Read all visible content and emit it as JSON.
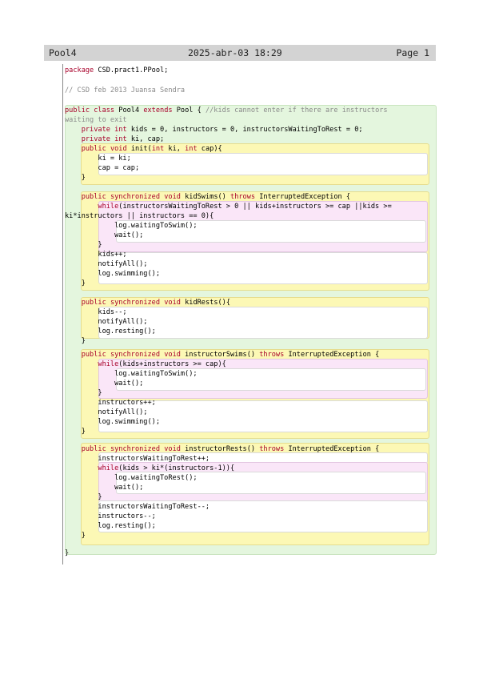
{
  "header": {
    "file": "Pool4",
    "date": "2025-abr-03 18:29",
    "page": "Page 1"
  },
  "code": [
    {
      "t": "package CSD.pract1.PPool;",
      "hl": [
        "package"
      ]
    },
    {
      "t": "// CSD feb 2013 Juansa Sendra",
      "c": true
    },
    {
      "t": "public class Pool4 extends Pool { //kids cannot enter if there are instructors",
      "hl": [
        "public",
        "class",
        "extends"
      ],
      "cs": 34
    },
    {
      "t": "waiting to exit",
      "c": true
    },
    {
      "t": "    private int kids = 0, instructors = 0, instructorsWaitingToRest = 0;",
      "hl": [
        "private",
        "int"
      ]
    },
    {
      "t": "    private int ki, cap;",
      "hl": [
        "private",
        "int"
      ]
    },
    {
      "t": "    public void init(int ki, int cap){",
      "hl": [
        "public",
        "void",
        "int"
      ]
    },
    {
      "t": "        ki = ki;"
    },
    {
      "t": "        cap = cap;"
    },
    {
      "t": "    }"
    },
    {
      "t": "    public synchronized void kidSwims() throws InterruptedException {",
      "hl": [
        "public",
        "synchronized",
        "void",
        "throws"
      ]
    },
    {
      "t": "        while(instructorsWaitingToRest > 0 || kids+instructors >= cap ||kids >=",
      "hl": [
        "while"
      ]
    },
    {
      "t": "ki*instructors || instructors == 0){"
    },
    {
      "t": "            log.waitingToSwim();"
    },
    {
      "t": "            wait();"
    },
    {
      "t": "        }"
    },
    {
      "t": "        kids++;"
    },
    {
      "t": "        notifyAll();"
    },
    {
      "t": "        log.swimming();"
    },
    {
      "t": "    }"
    },
    {
      "t": "    public synchronized void kidRests(){",
      "hl": [
        "public",
        "synchronized",
        "void"
      ]
    },
    {
      "t": "        kids--;"
    },
    {
      "t": "        notifyAll();"
    },
    {
      "t": "        log.resting();"
    },
    {
      "t": "    }"
    },
    {
      "t": "    public synchronized void instructorSwims() throws InterruptedException {",
      "hl": [
        "public",
        "synchronized",
        "void",
        "throws"
      ]
    },
    {
      "t": "        while(kids+instructors >= cap){",
      "hl": [
        "while"
      ]
    },
    {
      "t": "            log.waitingToSwim();"
    },
    {
      "t": "            wait();"
    },
    {
      "t": "        }"
    },
    {
      "t": "        instructors++;"
    },
    {
      "t": "        notifyAll();"
    },
    {
      "t": "        log.swimming();"
    },
    {
      "t": "    }"
    },
    {
      "t": "    public synchronized void instructorRests() throws InterruptedException {",
      "hl": [
        "public",
        "synchronized",
        "void",
        "throws"
      ]
    },
    {
      "t": "        instructorsWaitingToRest++;"
    },
    {
      "t": "        while(kids > ki*(instructors-1)){",
      "hl": [
        "while"
      ]
    },
    {
      "t": "            log.waitingToRest();"
    },
    {
      "t": "            wait();"
    },
    {
      "t": "        }"
    },
    {
      "t": "        instructorsWaitingToRest--;"
    },
    {
      "t": "        instructors--;"
    },
    {
      "t": "        log.resting();"
    },
    {
      "t": "    }"
    },
    {
      "t": "}"
    }
  ]
}
